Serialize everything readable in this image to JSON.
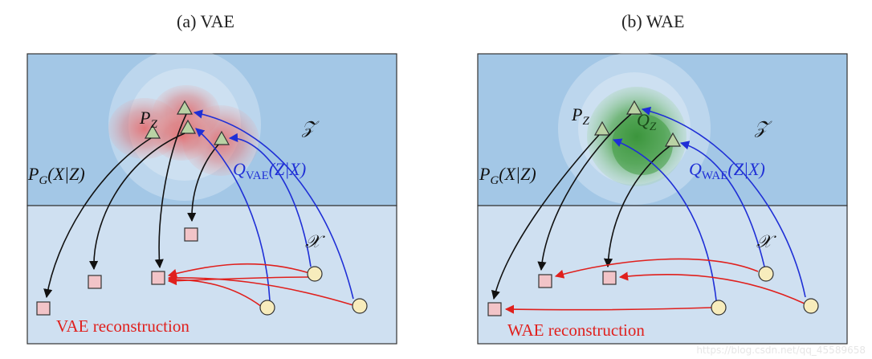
{
  "panels": {
    "vae": {
      "title": "(a) VAE",
      "pz": "P",
      "pz_sub": "Z",
      "latent_space": "𝒵",
      "data_space": "𝒳",
      "decoder": "P",
      "decoder_sub": "G",
      "decoder_args": "(X|Z)",
      "encoder": "Q",
      "encoder_sub": "VAE",
      "encoder_args": "(Z|X)",
      "reconstruction": "VAE reconstruction"
    },
    "wae": {
      "title": "(b) WAE",
      "pz": "P",
      "pz_sub": "Z",
      "qz": "Q",
      "qz_sub": "Z",
      "latent_space": "𝒵",
      "data_space": "𝒳",
      "decoder": "P",
      "decoder_sub": "G",
      "decoder_args": "(X|Z)",
      "encoder": "Q",
      "encoder_sub": "WAE",
      "encoder_args": "(Z|X)",
      "reconstruction": "WAE reconstruction"
    }
  },
  "colors": {
    "latent_bg": "#a3c7e6",
    "data_bg": "#cfe0f1",
    "encoder": "#1f2fd6",
    "decoder": "#111111",
    "reconstruction": "#e0201d",
    "vae_posterior": "#e06a6a",
    "wae_aggregate": "#3f9a3f",
    "latent_point": "#b9d2a4",
    "data_point": "#f7ecbc",
    "reconstructed_point": "#f2c4c8"
  },
  "watermark": "https://blog.csdn.net/qq_45589658"
}
